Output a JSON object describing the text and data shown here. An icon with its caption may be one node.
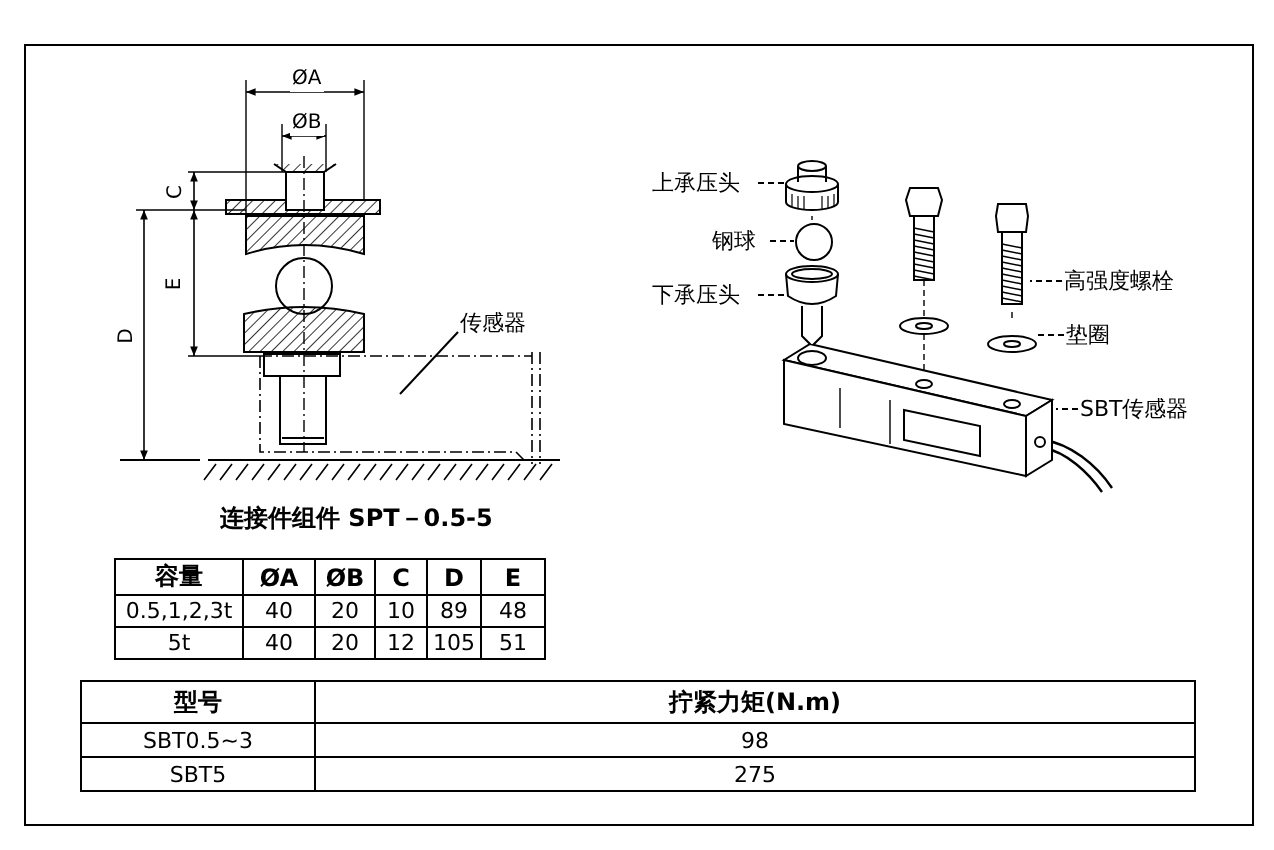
{
  "diagram": {
    "nodes": [
      {
        "text": [
          "传感器"
        ]
      },
      {
        "text": [],
        "shape": "picture"
      },
      {
        "text": [
          "上承压头"
        ]
      },
      {
        "text": [],
        "shape": "picture"
      },
      {
        "text": [
          "钢球"
        ]
      },
      {
        "text": [],
        "shape": "circle"
      },
      {
        "text": [
          "下承压头"
        ]
      },
      {
        "text": [],
        "shape": "picture"
      },
      {
        "text": [
          "高强度螺栓"
        ]
      },
      {
        "text": [],
        "shape": "picture"
      },
      {
        "text": [
          "垫圈"
        ]
      },
      {
        "text": [],
        "shape": "picture"
      },
      {
        "text": [
          "SBT传感器"
        ]
      },
      {
        "text": [],
        "shape": "picture"
      }
    ],
    "edges": [
      {
        "from": 0,
        "to": 1,
        "arrow": "none"
      },
      {
        "from": 2,
        "to": 3,
        "arrow": "none",
        "style": "dashed"
      },
      {
        "from": 4,
        "to": 5,
        "arrow": "none",
        "style": "dashed"
      },
      {
        "from": 6,
        "to": 7,
        "arrow": "none",
        "style": "dashed"
      },
      {
        "from": 8,
        "to": 9,
        "arrow": "none",
        "style": "dashed"
      },
      {
        "from": 10,
        "to": 11,
        "arrow": "none",
        "style": "dashed"
      },
      {
        "from": 12,
        "to": 13,
        "arrow": "none",
        "style": "dashed"
      }
    ],
    "labels": [
      "ØA",
      "ØB",
      "C",
      "E",
      "D",
      "连接件组件 SPT－0.5-5",
      "容量",
      "ØA",
      "ØB",
      "C",
      "D",
      "E",
      "0.5,1,2,3t",
      "40",
      "20",
      "10",
      "89",
      "48",
      "5t",
      "40",
      "20",
      "12",
      "105",
      "51",
      "型号",
      "拧紧力矩(N.m)",
      "SBT0.5~3",
      "98",
      "SBT5",
      "275"
    ]
  }
}
